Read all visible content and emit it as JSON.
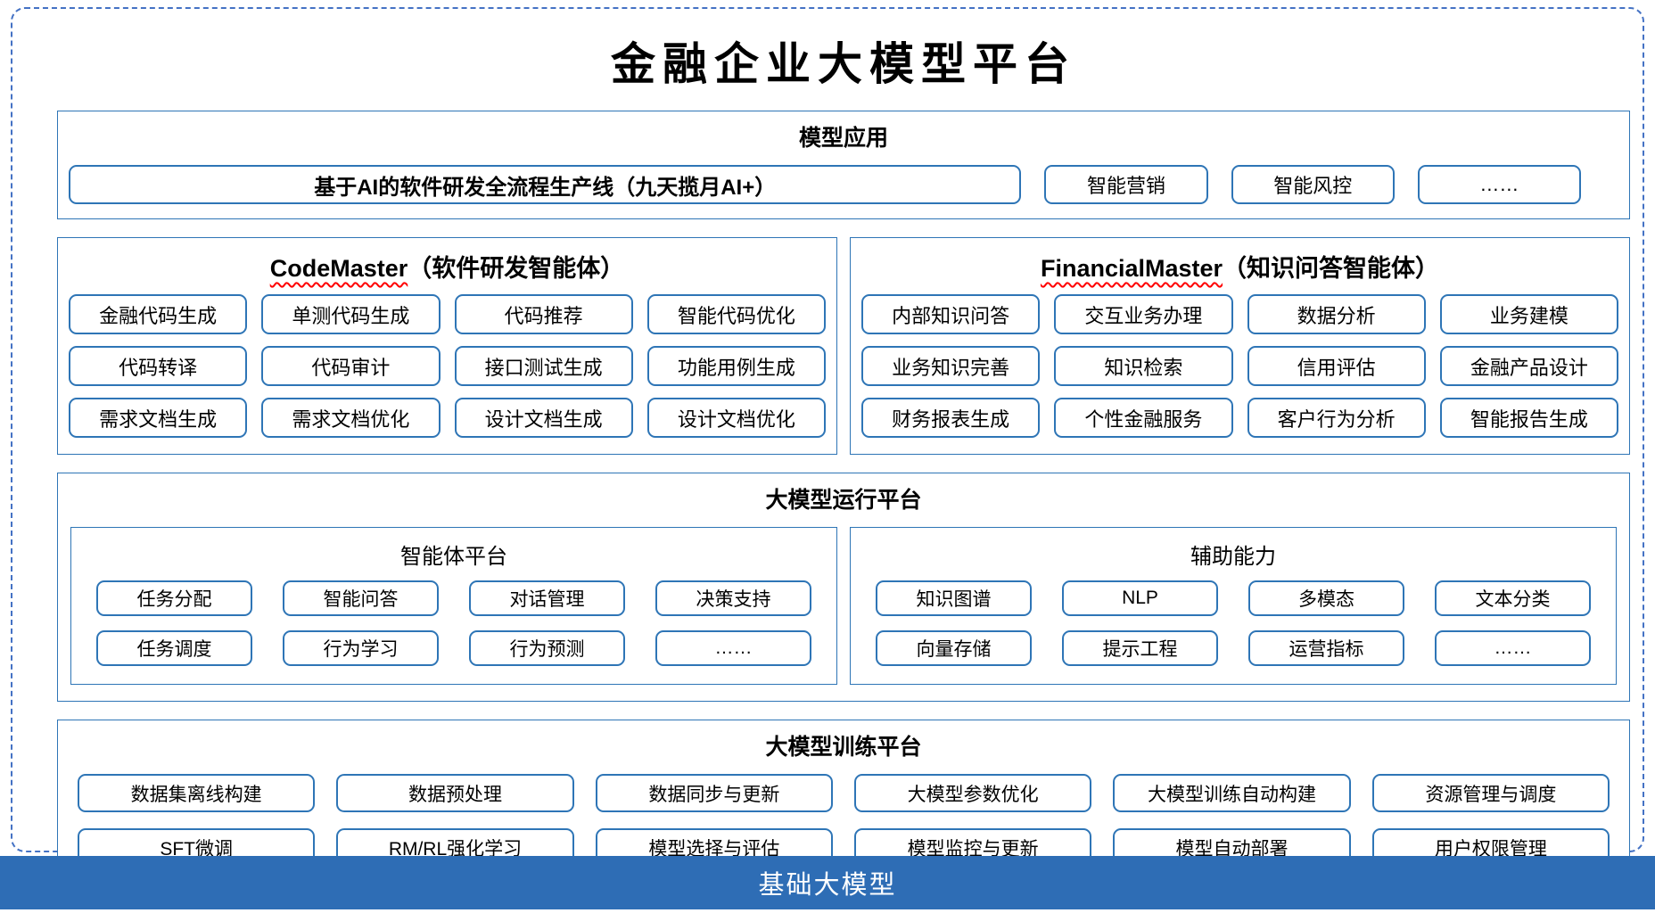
{
  "title": "金融企业大模型平台",
  "colors": {
    "border_blue": "#2E75B6",
    "dashed_blue": "#4472C4",
    "bar_bg": "#2E6DB5",
    "bar_text": "#FFFFFF",
    "squiggle_red": "#FF0000"
  },
  "model_app": {
    "header": "模型应用",
    "pipeline": "基于AI的软件研发全流程生产线（九天揽月AI+）",
    "items": [
      "智能营销",
      "智能风控",
      "……"
    ]
  },
  "code_master": {
    "name": "CodeMaster",
    "subtitle": "（软件研发智能体）",
    "items": [
      "金融代码生成",
      "单测代码生成",
      "代码推荐",
      "智能代码优化",
      "代码转译",
      "代码审计",
      "接口测试生成",
      "功能用例生成",
      "需求文档生成",
      "需求文档优化",
      "设计文档生成",
      "设计文档优化"
    ]
  },
  "financial_master": {
    "name": "FinancialMaster",
    "subtitle": "（知识问答智能体）",
    "items": [
      "内部知识问答",
      "交互业务办理",
      "数据分析",
      "业务建模",
      "业务知识完善",
      "知识检索",
      "信用评估",
      "金融产品设计",
      "财务报表生成",
      "个性金融服务",
      "客户行为分析",
      "智能报告生成"
    ]
  },
  "runtime": {
    "header": "大模型运行平台",
    "agent_platform": {
      "title": "智能体平台",
      "items": [
        "任务分配",
        "智能问答",
        "对话管理",
        "决策支持",
        "任务调度",
        "行为学习",
        "行为预测",
        "……"
      ]
    },
    "aux": {
      "title": "辅助能力",
      "items": [
        "知识图谱",
        "NLP",
        "多模态",
        "文本分类",
        "向量存储",
        "提示工程",
        "运营指标",
        "……"
      ]
    }
  },
  "training": {
    "header": "大模型训练平台",
    "items": [
      "数据集离线构建",
      "数据预处理",
      "数据同步与更新",
      "大模型参数优化",
      "大模型训练自动构建",
      "资源管理与调度",
      "SFT微调",
      "RM/RL强化学习",
      "模型选择与评估",
      "模型监控与更新",
      "模型自动部署",
      "用户权限管理"
    ]
  },
  "foundation": {
    "label": "基础大模型"
  }
}
